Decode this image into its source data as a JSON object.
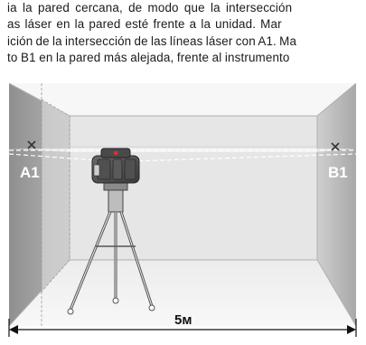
{
  "paragraph": {
    "lines": [
      "ia la pared cercana, de modo que la intersección",
      "as láser en la pared esté frente a la unidad. Mar",
      "ición de la intersección de las líneas láser con A1. Ma",
      "to B1 en la pared más alejada, frente al instrumento"
    ]
  },
  "figure": {
    "label_a1": "A1",
    "label_b1": "B1",
    "distance_label": "5м",
    "laser_color": "#e03030",
    "wall_color": "#9a9a9a",
    "room_color": "#e4e4e4"
  }
}
